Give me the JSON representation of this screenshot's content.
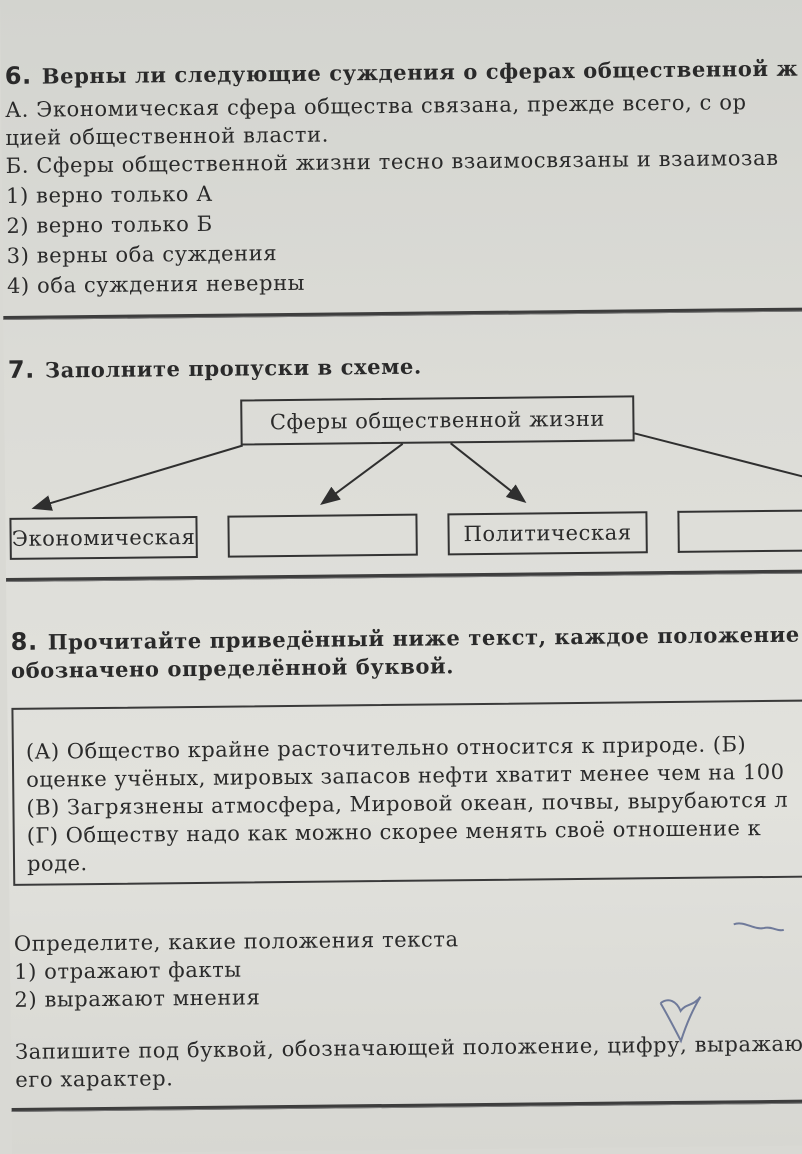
{
  "q6": {
    "number": "6.",
    "question": "Верны ли следующие суждения о сферах общественной ж",
    "statement_a_line1": "А. Экономическая сфера общества связана, прежде всего, с ор",
    "statement_a_line2": "цией общественной власти.",
    "statement_b": "Б. Сферы общественной жизни тесно взаимосвязаны и взаимозав",
    "options": [
      "1) верно только А",
      "2) верно только Б",
      "3) верны оба суждения",
      "4) оба суждения неверны"
    ]
  },
  "q7": {
    "number": "7.",
    "task": "Заполните пропуски в схеме.",
    "root": "Сферы общественной жизни",
    "leaves": [
      "Экономическая",
      "",
      "Политическая",
      ""
    ]
  },
  "q8": {
    "number": "8.",
    "task_line1": "Прочитайте приведённый ниже текст, каждое положение кот",
    "task_line2": "обозначено определённой буквой.",
    "text_lines": [
      "(А) Общество крайне расточительно относится к природе. (Б)",
      "оценке учёных, мировых запасов нефти хватит менее чем на 100",
      "(В) Загрязнены атмосфера, Мировой океан, почвы, вырубаются л",
      "(Г) Обществу надо как можно скорее менять своё отношение к",
      "роде."
    ],
    "determine": "Определите, какие положения текста",
    "options": [
      "1) отражают факты",
      "2) выражают мнения"
    ],
    "write_line1": "Запишите под буквой, обозначающей положение, цифру, выражаю",
    "write_line2": "его характер."
  },
  "colors": {
    "paper": "#dcdcd7",
    "ink": "#2a2a2a",
    "pencil": "#6f7a9a"
  }
}
